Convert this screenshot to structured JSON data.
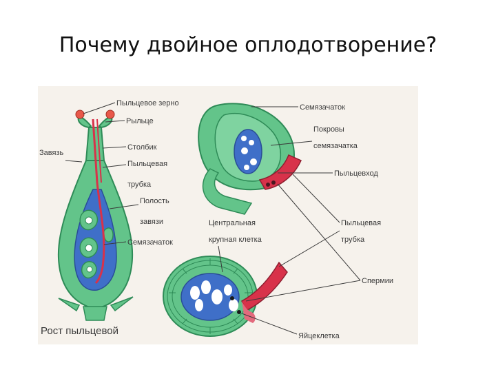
{
  "slide": {
    "title": "Почему двойное оплодотворение?"
  },
  "diagram": {
    "labels": {
      "pollen_grain": "Пыльцевое зерно",
      "stigma": "Рыльце",
      "ovary": "Завязь",
      "style": "Столбик",
      "pollen_tube_line1": "Пыльцевая",
      "pollen_tube_line2": "трубка",
      "ovary_cavity_line1": "Полость",
      "ovary_cavity_line2": "завязи",
      "ovule_left": "Семязачаток",
      "ovule_top": "Семязачаток",
      "integuments_line1": "Покровы",
      "integuments_line2": "семязачатка",
      "micropyle": "Пыльцевход",
      "central_cell_line1": "Центральная",
      "central_cell_line2": "крупная клетка",
      "pollen_tube_right_line1": "Пыльцевая",
      "pollen_tube_right_line2": "трубка",
      "sperm": "Спермии",
      "egg_cell": "Яйцеклетка",
      "caption": "Рост пыльцевой"
    },
    "colors": {
      "tissue_green": "#63c48a",
      "tissue_dark": "#2e8b57",
      "cavity_blue": "#3f6fc8",
      "pollen_tube_red": "#d8324a",
      "pollen_grain": "#e8584a",
      "label_text": "#3a3a3a"
    }
  }
}
